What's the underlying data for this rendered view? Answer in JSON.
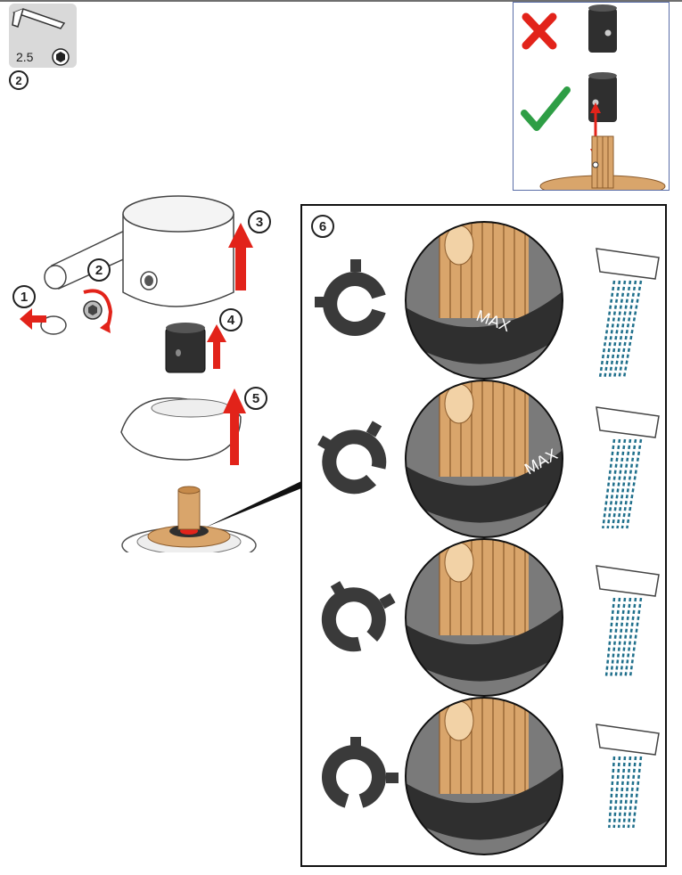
{
  "tool": {
    "size_label": "2.5",
    "icon": "allen-key-icon",
    "socket_icon": "hex-socket-icon",
    "step_number": "2"
  },
  "steps": {
    "remove_cap": "1",
    "loosen_screw": "2",
    "lift_handle": "3",
    "lift_sleeve": "4",
    "lift_cover": "5",
    "adjust_limiter": "6"
  },
  "reference": {
    "wrong_icon": "red-cross-icon",
    "right_icon": "green-check-icon"
  },
  "limiter_rows": [
    {
      "ring_label": "MAX",
      "position": "max-flow",
      "spray_strength": 1.0
    },
    {
      "ring_label": "MAX",
      "position": "high-flow",
      "spray_strength": 0.75
    },
    {
      "ring_label": "",
      "position": "medium-flow",
      "spray_strength": 0.5
    },
    {
      "ring_label": "",
      "position": "low-flow",
      "spray_strength": 0.25
    }
  ],
  "colors": {
    "arrow_red": "#e2231a",
    "check_green": "#2e9e45",
    "brass": "#d9a56b",
    "dark_part": "#2f2f2f",
    "water_blue": "#1f6f8b",
    "panel_border": "#111111",
    "ref_border": "#5b6ea8"
  }
}
